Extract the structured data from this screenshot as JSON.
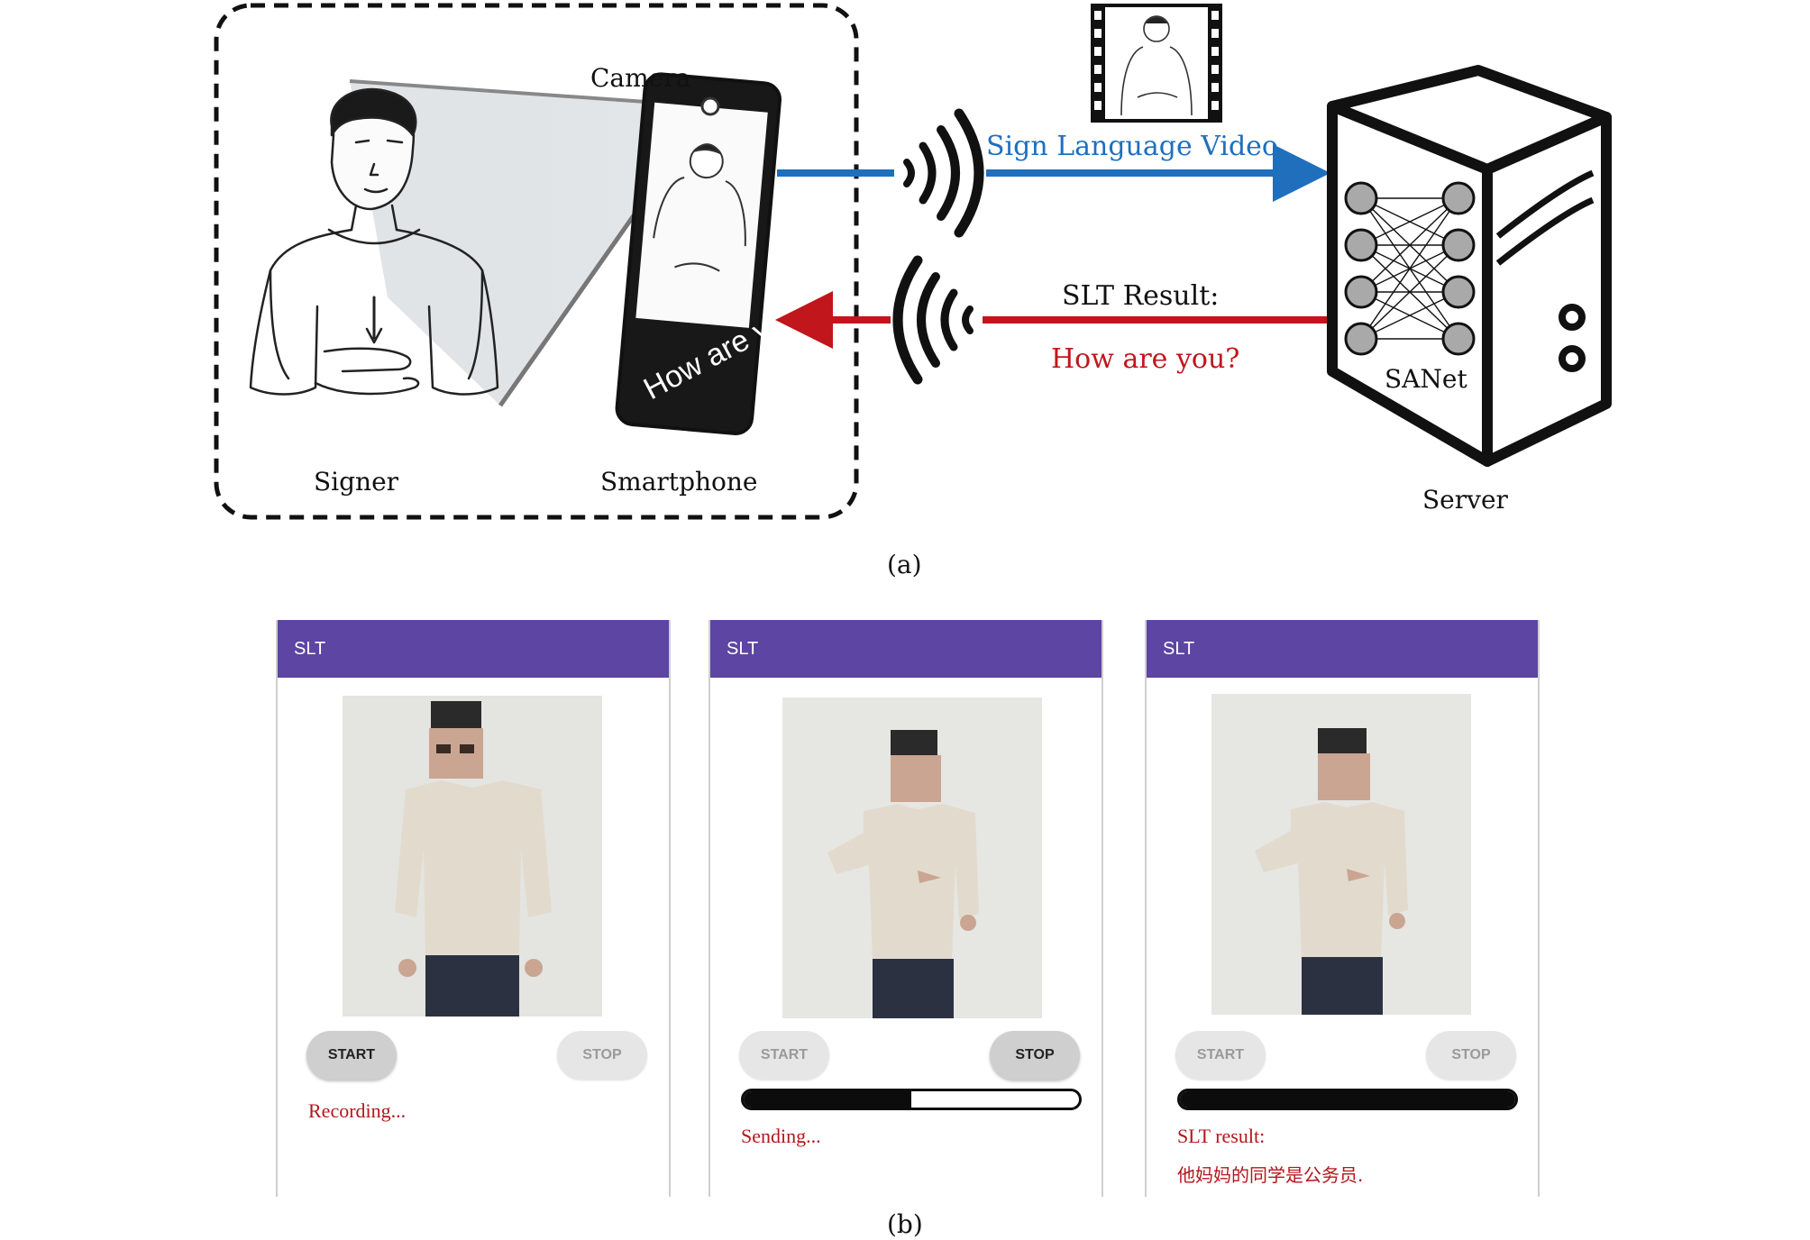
{
  "part_a": {
    "labels": {
      "camera": "Camera",
      "signer": "Signer",
      "smartphone": "Smartphone",
      "server": "Server",
      "sanet": "SANet",
      "video_arrow": "Sign Language Video",
      "result_title": "SLT Result:",
      "result_text": "How are you?",
      "phone_screen_text": "How are you"
    },
    "caption": "(a)"
  },
  "part_b": {
    "caption": "(b)",
    "screens": [
      {
        "title": "SLT",
        "start_label": "START",
        "stop_label": "STOP",
        "start_active": true,
        "stop_active": false,
        "progress": null,
        "status": "Recording...",
        "result": ""
      },
      {
        "title": "SLT",
        "start_label": "START",
        "stop_label": "STOP",
        "start_active": false,
        "stop_active": true,
        "progress": 0.5,
        "status": "Sending...",
        "result": ""
      },
      {
        "title": "SLT",
        "start_label": "START",
        "stop_label": "STOP",
        "start_active": false,
        "stop_active": false,
        "progress": 1.0,
        "status": "SLT result:",
        "result": "他妈妈的同学是公务员."
      }
    ]
  },
  "colors": {
    "video_arrow": "#1f6fbd",
    "result_arrow": "#c0161c",
    "appbar": "#5c45a3",
    "status_text": "#b3161c"
  },
  "icons": [
    "camera-icon",
    "wifi-send-icon",
    "wifi-receive-icon",
    "film-frame-icon",
    "server-icon",
    "neural-network-icon"
  ]
}
